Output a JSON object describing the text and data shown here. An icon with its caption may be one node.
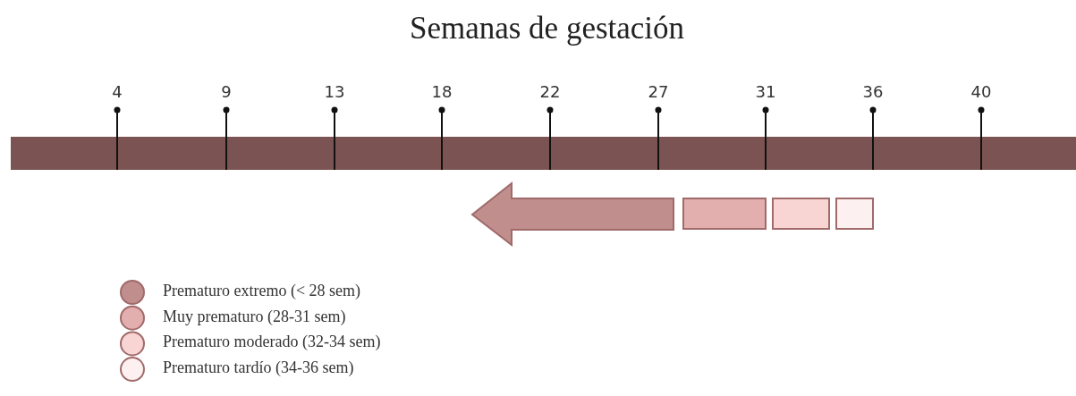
{
  "diagram": {
    "title": "Semanas de gestación",
    "nodes": [
      {
        "text": [],
        "shape": "bar"
      },
      {
        "text": [],
        "shape": "arrow"
      },
      {
        "text": [],
        "shape": "box"
      },
      {
        "text": [],
        "shape": "box"
      },
      {
        "text": [],
        "shape": "box"
      }
    ],
    "labels": [
      "4",
      "9",
      "13",
      "18",
      "22",
      "27",
      "31",
      "36",
      "40"
    ],
    "legend": [
      {
        "text": "Prematuro extremo (< 28 sem)",
        "color": "#c08f8d"
      },
      {
        "text": "Muy prematuro (28-31 sem)",
        "color": "#e2afae"
      },
      {
        "text": "Prematuro moderado (32-34 sem)",
        "color": "#f8d4d3"
      },
      {
        "text": "Prematuro tardío (34-36 sem)",
        "color": "#fdf0f0"
      }
    ]
  }
}
